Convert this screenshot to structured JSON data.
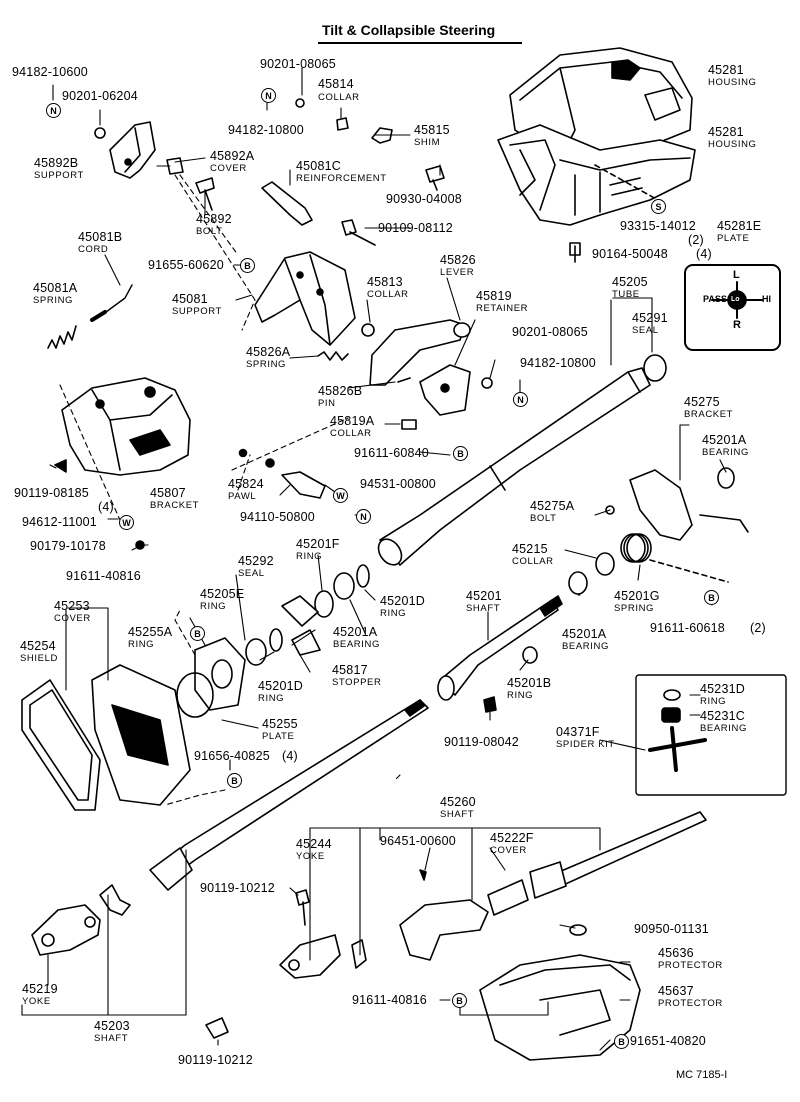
{
  "title": "Tilt & Collapsible Steering",
  "footer": "MC 7185-I",
  "parts": {
    "p94182_10600": "94182-10600",
    "p90201_06204": "90201-06204",
    "p90201_08065a": "90201-08065",
    "p45814": "45814",
    "collar_45814": "COLLAR",
    "p94182_10800a": "94182-10800",
    "p45815": "45815",
    "shim": "SHIM",
    "p45892b": "45892B",
    "support": "SUPPORT",
    "p45892a": "45892A",
    "cover_45892a": "COVER",
    "p45081c": "45081C",
    "reinforcement": "REINFORCEMENT",
    "p90930_04008": "90930-04008",
    "p45892": "45892",
    "bolt_45892": "BOLT",
    "p90109_08112": "90109-08112",
    "p45081b": "45081B",
    "cord": "CORD",
    "p91655_60620": "91655-60620",
    "p45826": "45826",
    "lever": "LEVER",
    "p45081a": "45081A",
    "spring_45081a": "SPRING",
    "p45813": "45813",
    "collar_45813": "COLLAR",
    "p45819": "45819",
    "retainer": "RETAINER",
    "p45081": "45081",
    "support_45081": "SUPPORT",
    "p90201_08065b": "90201-08065",
    "p45826a": "45826A",
    "spring_45826a": "SPRING",
    "p94182_10800b": "94182-10800",
    "p45826b": "45826B",
    "pin": "PIN",
    "p45819a": "45819A",
    "collar_45819a": "COLLAR",
    "p91611_60840": "91611-60840",
    "p45824": "45824",
    "pawl": "PAWL",
    "p94531_00800": "94531-00800",
    "p90119_08185": "90119-08185",
    "qty4a": "(4)",
    "p45807": "45807",
    "bracket_45807": "BRACKET",
    "p94110_50800": "94110-50800",
    "p94612_11001": "94612-11001",
    "p90179_10178": "90179-10178",
    "p45281a": "45281",
    "housing_a": "HOUSING",
    "p45281b": "45281",
    "housing_b": "HOUSING",
    "p93315_14012": "93315-14012",
    "qty2a": "(2)",
    "p45281e": "45281E",
    "plate_e": "PLATE",
    "p90164_50048": "90164-50048",
    "qty4b": "(4)",
    "p45205": "45205",
    "tube": "TUBE",
    "p45291": "45291",
    "seal_45291": "SEAL",
    "p45275": "45275",
    "bracket_45275": "BRACKET",
    "p45201a_1": "45201A",
    "bearing_1": "BEARING",
    "p45275a": "45275A",
    "bolt_45275a": "BOLT",
    "p45215": "45215",
    "collar_45215": "COLLAR",
    "p45201g": "45201G",
    "spring_45201g": "SPRING",
    "p91611_60618": "91611-60618",
    "qty2b": "(2)",
    "p45201a_2": "45201A",
    "bearing_2": "BEARING",
    "p91611_40816a": "91611-40816",
    "p45292": "45292",
    "seal_45292": "SEAL",
    "p45201f": "45201F",
    "ring_f": "RING",
    "p45201d_1": "45201D",
    "ring_d1": "RING",
    "p45253": "45253",
    "cover_45253": "COVER",
    "p45205e": "45205E",
    "ring_e": "RING",
    "p45254": "45254",
    "shield": "SHIELD",
    "p45255a": "45255A",
    "ring_255a": "RING",
    "p45201a_3": "45201A",
    "bearing_3": "BEARING",
    "p45201d_2": "45201D",
    "ring_d2": "RING",
    "p45817": "45817",
    "stopper": "STOPPER",
    "p45201": "45201",
    "shaft_45201": "SHAFT",
    "p45201b": "45201B",
    "ring_b": "RING",
    "p45255": "45255",
    "plate_255": "PLATE",
    "p90119_08042": "90119-08042",
    "p91656_40825": "91656-40825",
    "qty4c": "(4)",
    "p45231d": "45231D",
    "ring_231d": "RING",
    "p45231c": "45231C",
    "bearing_231c": "BEARING",
    "p04371f": "04371F",
    "spider_kit": "SPIDER KIT",
    "p45260": "45260",
    "shaft_45260": "SHAFT",
    "p45244": "45244",
    "yoke_45244": "YOKE",
    "p96451_00600": "96451-00600",
    "p45222f": "45222F",
    "cover_45222f": "COVER",
    "p90119_10212a": "90119-10212",
    "p90950_01131": "90950-01131",
    "p45636": "45636",
    "protector_a": "PROTECTOR",
    "p45637": "45637",
    "protector_b": "PROTECTOR",
    "p45219": "45219",
    "yoke_45219": "YOKE",
    "p91611_40816b": "91611-40816",
    "p91651_40820": "91651-40820",
    "p45203": "45203",
    "shaft_45203": "SHAFT",
    "p90119_10212b": "90119-10212"
  },
  "codes": {
    "n": "N",
    "b": "B",
    "w": "W",
    "s": "S"
  },
  "plate_marks": {
    "up": "L",
    "down": "R",
    "left": "PASS",
    "right": "HI",
    "center": "Lo"
  }
}
